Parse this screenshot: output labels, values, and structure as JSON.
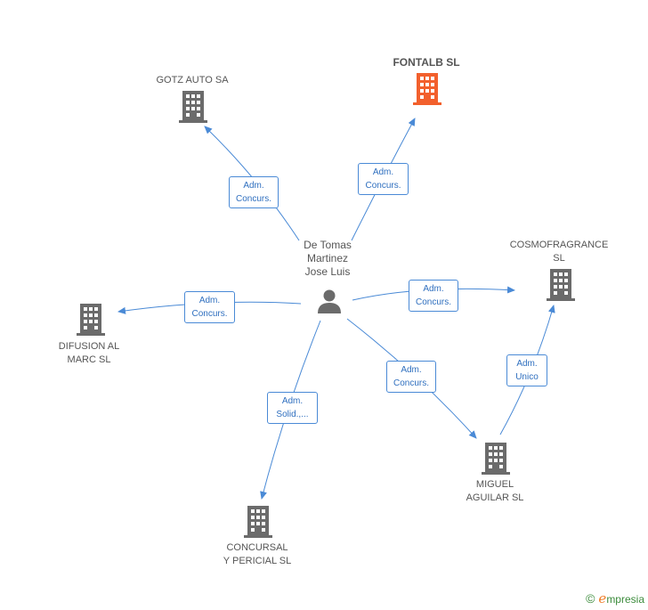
{
  "center": {
    "label": "De Tomas\nMartinez\nJose Luis",
    "icon": "person-icon"
  },
  "companies": [
    {
      "id": "gotz",
      "label": "GOTZ AUTO SA",
      "color": "#6b6b6b",
      "focus": false
    },
    {
      "id": "fontalb",
      "label": "FONTALB SL",
      "color": "#f2602d",
      "focus": true
    },
    {
      "id": "cosmo",
      "label": "COSMOFRAGRANCE\nSL",
      "color": "#6b6b6b",
      "focus": false
    },
    {
      "id": "difusion",
      "label": "DIFUSION AL\nMARC SL",
      "color": "#6b6b6b",
      "focus": false
    },
    {
      "id": "concursal",
      "label": "CONCURSAL\nY PERICIAL  SL",
      "color": "#6b6b6b",
      "focus": false
    },
    {
      "id": "miguel",
      "label": "MIGUEL\nAGUILAR SL",
      "color": "#6b6b6b",
      "focus": false
    }
  ],
  "relations": [
    {
      "from": "center",
      "to": "gotz",
      "label": "Adm.\nConcurs."
    },
    {
      "from": "center",
      "to": "fontalb",
      "label": "Adm.\nConcurs."
    },
    {
      "from": "center",
      "to": "cosmo",
      "label": "Adm.\nConcurs."
    },
    {
      "from": "center",
      "to": "difusion",
      "label": "Adm.\nConcurs."
    },
    {
      "from": "center",
      "to": "concursal",
      "label": "Adm.\nSolid.,..."
    },
    {
      "from": "center",
      "to": "miguel",
      "label": "Adm.\nConcurs."
    },
    {
      "from": "miguel",
      "to": "cosmo",
      "label": "Adm.\nUnico"
    }
  ],
  "colors": {
    "edge": "#4a8ad6",
    "building_default": "#6b6b6b",
    "building_focus": "#f2602d"
  },
  "footer": {
    "copyright": "©",
    "brand_initial": "e",
    "brand_rest": "mpresia"
  }
}
